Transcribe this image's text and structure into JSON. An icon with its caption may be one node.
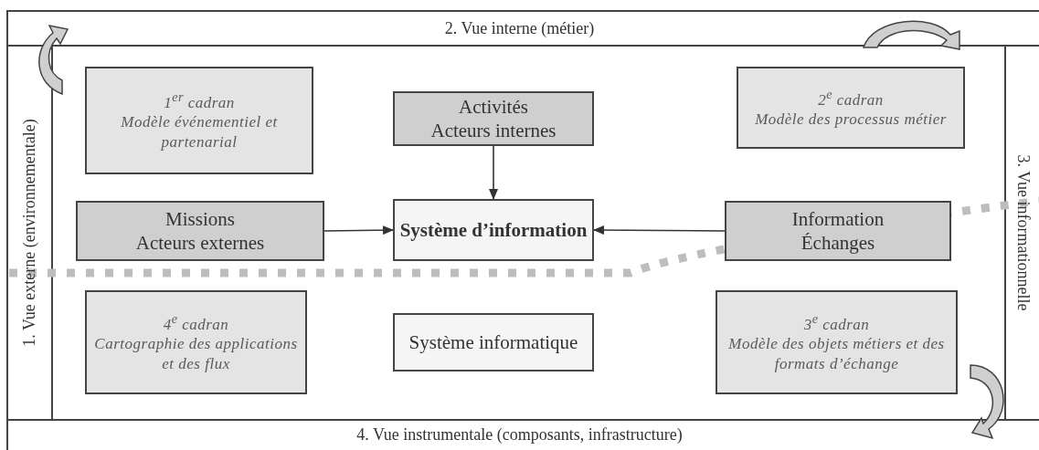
{
  "diagram": {
    "nodes": [
      {
        "text": [
          "1$^{er}$ cadran",
          "Modèle événementiel et partenarial"
        ]
      },
      {
        "text": [
          "Activités",
          "Acteurs internes"
        ]
      },
      {
        "text": [
          "2$^{e}$ cadran",
          "Modèle des processus métier"
        ]
      },
      {
        "text": [
          "Missions",
          "Acteurs externes"
        ]
      },
      {
        "text": [
          "Système d’information"
        ]
      },
      {
        "text": [
          "Information",
          "Échanges"
        ]
      },
      {
        "text": [
          "4$^{e}$ cadran",
          "Cartographie des applications et des flux"
        ]
      },
      {
        "text": [
          "Système informatique"
        ]
      },
      {
        "text": [
          "3$^{e}$ cadran",
          "Modèle des objets métiers et des formats d’échange"
        ]
      }
    ],
    "edges": [
      {
        "from": 1,
        "to": 4,
        "arrow": "to"
      },
      {
        "from": 3,
        "to": 4,
        "arrow": "to"
      },
      {
        "from": 5,
        "to": 4,
        "arrow": "to"
      }
    ],
    "labels": [
      "2. Vue interne (métier)",
      "1. Vue externe (environnementale)",
      "3. Vue informationnelle",
      "4. Vue instrumentale (composants, infrastructure)"
    ]
  }
}
